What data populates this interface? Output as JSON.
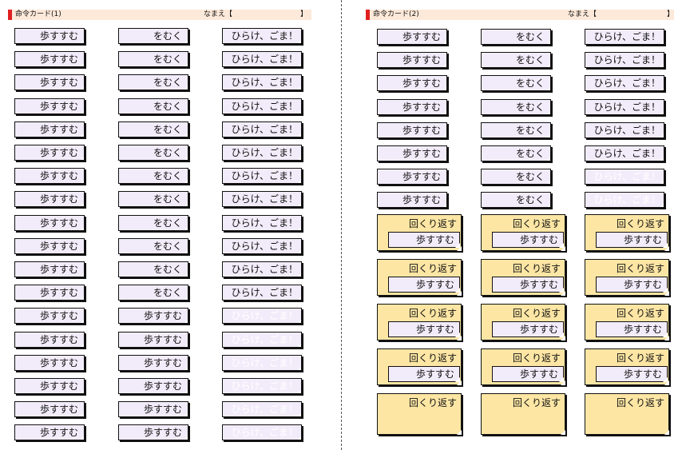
{
  "sheet1": {
    "title": "命令カード(1)",
    "name_label": "なまえ【",
    "name_close": "】"
  },
  "sheet2": {
    "title": "命令カード(2)",
    "name_label": "なまえ【",
    "name_close": "】"
  },
  "cards": {
    "walk": "歩すすむ",
    "turn": "をむく",
    "open": "ひらけ、ごま！",
    "repeat": "回くり返す"
  }
}
